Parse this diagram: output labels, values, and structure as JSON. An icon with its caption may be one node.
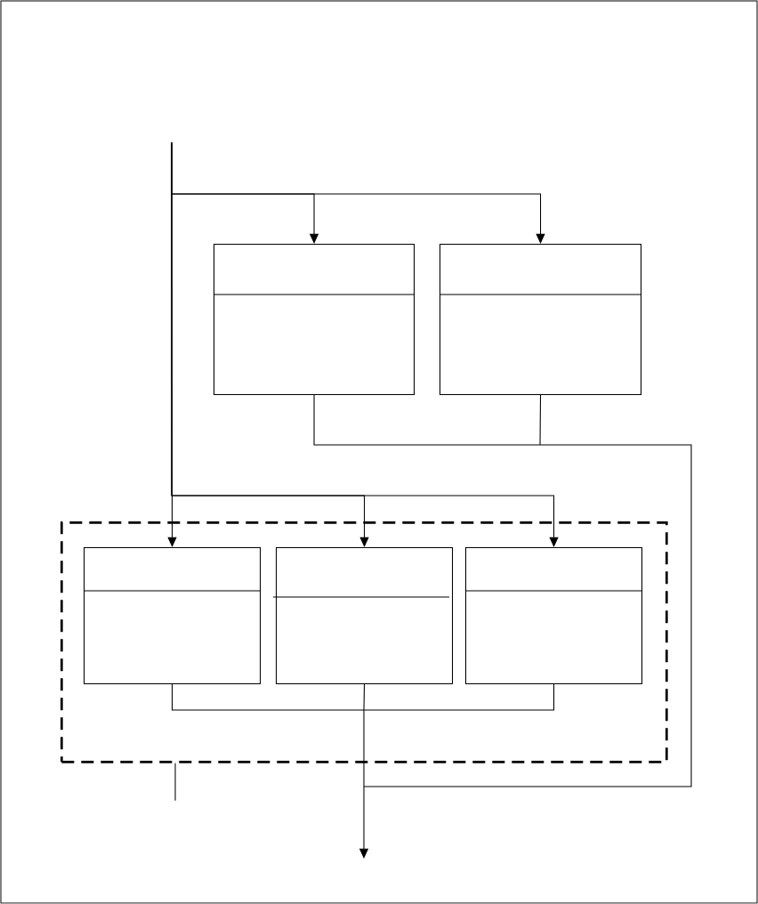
{
  "diagram": {
    "nodes": [
      {
        "text": [],
        "shape": "box"
      },
      {
        "text": [],
        "shape": "box"
      },
      {
        "text": [],
        "shape": "box"
      },
      {
        "text": [],
        "shape": "box",
        "in": 2
      },
      {
        "text": [],
        "shape": "box",
        "in": 2
      },
      {
        "text": [],
        "shape": "box",
        "in": 2
      }
    ],
    "edges": [
      {
        "from": null,
        "to": 0,
        "arrow": "to"
      },
      {
        "from": null,
        "to": 1,
        "arrow": "to"
      },
      {
        "from": null,
        "to": 3,
        "arrow": "to"
      },
      {
        "from": null,
        "to": 4,
        "arrow": "to"
      },
      {
        "from": null,
        "to": 5,
        "arrow": "to"
      },
      {
        "from": 0,
        "to": null,
        "arrow": "to"
      },
      {
        "from": 1,
        "to": null,
        "arrow": "to"
      },
      {
        "from": 3,
        "to": null,
        "arrow": "to"
      },
      {
        "from": 4,
        "to": null,
        "arrow": "to"
      },
      {
        "from": 5,
        "to": null,
        "arrow": "to"
      },
      {
        "from": 2,
        "to": null,
        "arrow": "none"
      }
    ]
  }
}
